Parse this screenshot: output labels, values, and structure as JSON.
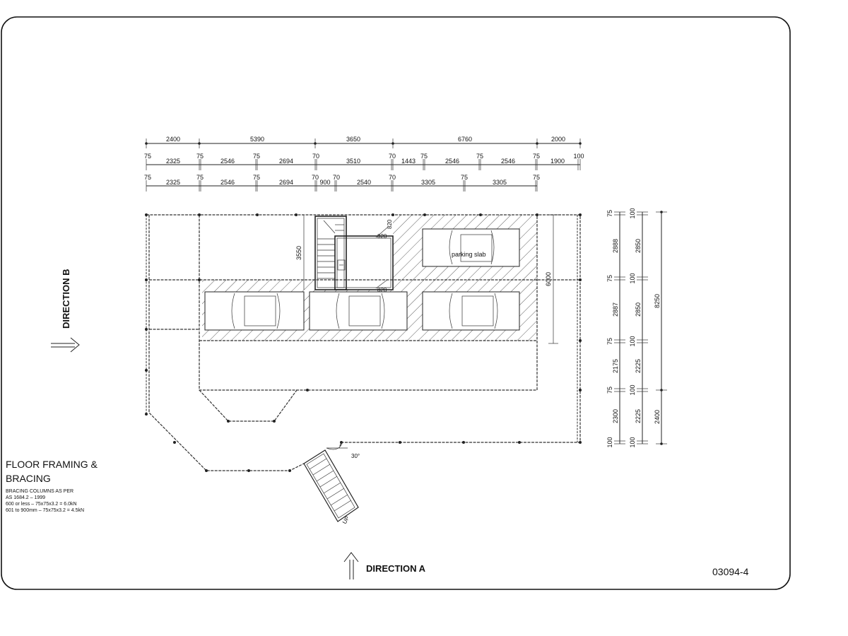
{
  "drawing": {
    "title_line1": "FLOOR FRAMING &",
    "title_line2": "BRACING",
    "note_line1": "BRACING COLUMNS AS PER",
    "note_line2": "AS 1684.2 – 1999",
    "note_line3": "600 or less – 75x75x3.2 = 6.0kN",
    "note_line4": "601 to 900mm – 75x75x3.2 = 4.5kN",
    "direction_a": "DIRECTION A",
    "direction_b": "DIRECTION B",
    "sheet_number": "03094-4",
    "parking_label": "parking slab",
    "stair_label": "UP",
    "stair_angle": "30°",
    "dim_3550": "3550",
    "dim_6000": "6000",
    "dim_820a": "820",
    "dim_820b": "820",
    "dim_820c": "820"
  },
  "top_dims": {
    "row1": [
      {
        "v": "2400"
      },
      {
        "v": "5390"
      },
      {
        "v": "3650"
      },
      {
        "v": "6760"
      },
      {
        "v": "2000"
      }
    ],
    "row2": [
      {
        "v": "75"
      },
      {
        "v": "2325"
      },
      {
        "v": "75"
      },
      {
        "v": "2546"
      },
      {
        "v": "75"
      },
      {
        "v": "2694"
      },
      {
        "v": "70"
      },
      {
        "v": "3510"
      },
      {
        "v": "70"
      },
      {
        "v": "1443"
      },
      {
        "v": "75"
      },
      {
        "v": "2546"
      },
      {
        "v": "75"
      },
      {
        "v": "2546"
      },
      {
        "v": "75"
      },
      {
        "v": "1900"
      },
      {
        "v": "100"
      }
    ],
    "row3": [
      {
        "v": "75"
      },
      {
        "v": "2325"
      },
      {
        "v": "75"
      },
      {
        "v": "2546"
      },
      {
        "v": "75"
      },
      {
        "v": "2694"
      },
      {
        "v": "70"
      },
      {
        "v": "900"
      },
      {
        "v": "70"
      },
      {
        "v": "2540"
      },
      {
        "v": "70"
      },
      {
        "v": "3305"
      },
      {
        "v": "75"
      },
      {
        "v": "3305"
      },
      {
        "v": "75"
      }
    ]
  },
  "right_dims": {
    "col1": [
      {
        "v": "75"
      },
      {
        "v": "2888"
      },
      {
        "v": "75"
      },
      {
        "v": "2887"
      },
      {
        "v": "75"
      },
      {
        "v": "2175"
      },
      {
        "v": "75"
      },
      {
        "v": "2300"
      },
      {
        "v": "100"
      }
    ],
    "col2": [
      {
        "v": "100"
      },
      {
        "v": "2850"
      },
      {
        "v": "100"
      },
      {
        "v": "2850"
      },
      {
        "v": "100"
      },
      {
        "v": "2225"
      },
      {
        "v": "100"
      },
      {
        "v": "2225"
      },
      {
        "v": "100"
      }
    ],
    "col3": [
      {
        "v": "8250"
      },
      {
        "v": "2400"
      }
    ]
  }
}
